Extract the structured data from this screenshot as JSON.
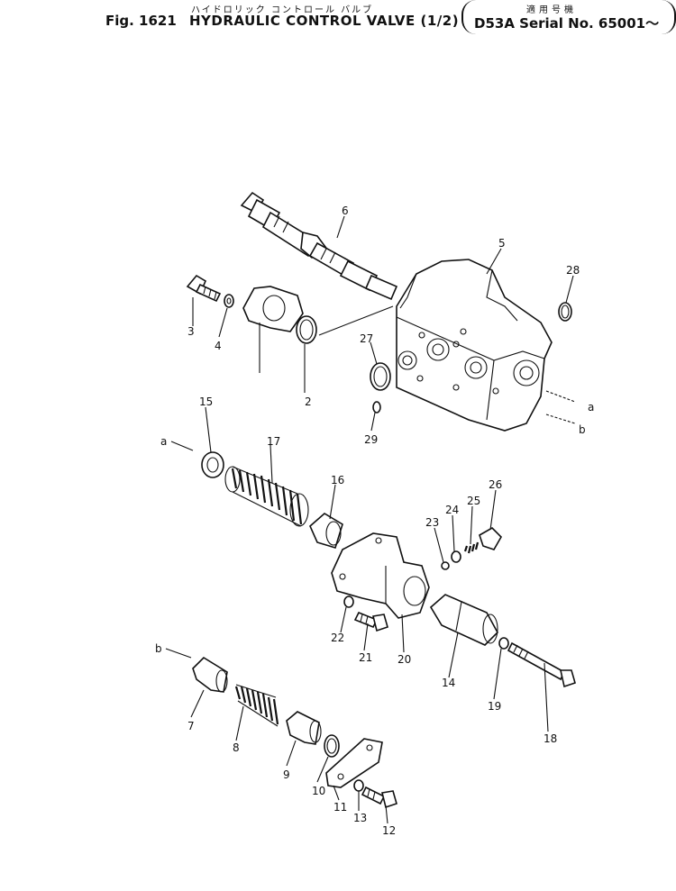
{
  "header": {
    "japanese_title": "ハイドロリック コントロール バルブ",
    "figure_number": "Fig. 1621",
    "title": "HYDRAULIC CONTROL VALVE (1/2)",
    "applicable_models_jp": "適用号機",
    "serial": "D53A Serial No. 65001～"
  },
  "parts": [
    {
      "number": "2"
    },
    {
      "number": "3"
    },
    {
      "number": "4"
    },
    {
      "number": "5"
    },
    {
      "number": "6"
    },
    {
      "number": "7"
    },
    {
      "number": "8"
    },
    {
      "number": "9"
    },
    {
      "number": "10"
    },
    {
      "number": "11"
    },
    {
      "number": "12"
    },
    {
      "number": "13"
    },
    {
      "number": "14"
    },
    {
      "number": "15"
    },
    {
      "number": "16"
    },
    {
      "number": "17"
    },
    {
      "number": "18"
    },
    {
      "number": "19"
    },
    {
      "number": "20"
    },
    {
      "number": "21"
    },
    {
      "number": "22"
    },
    {
      "number": "23"
    },
    {
      "number": "24"
    },
    {
      "number": "25"
    },
    {
      "number": "26"
    },
    {
      "number": "27"
    },
    {
      "number": "28"
    },
    {
      "number": "29"
    }
  ],
  "ports": [
    {
      "letter": "a"
    },
    {
      "letter": "b"
    },
    {
      "letter": "a"
    },
    {
      "letter": "b"
    }
  ]
}
